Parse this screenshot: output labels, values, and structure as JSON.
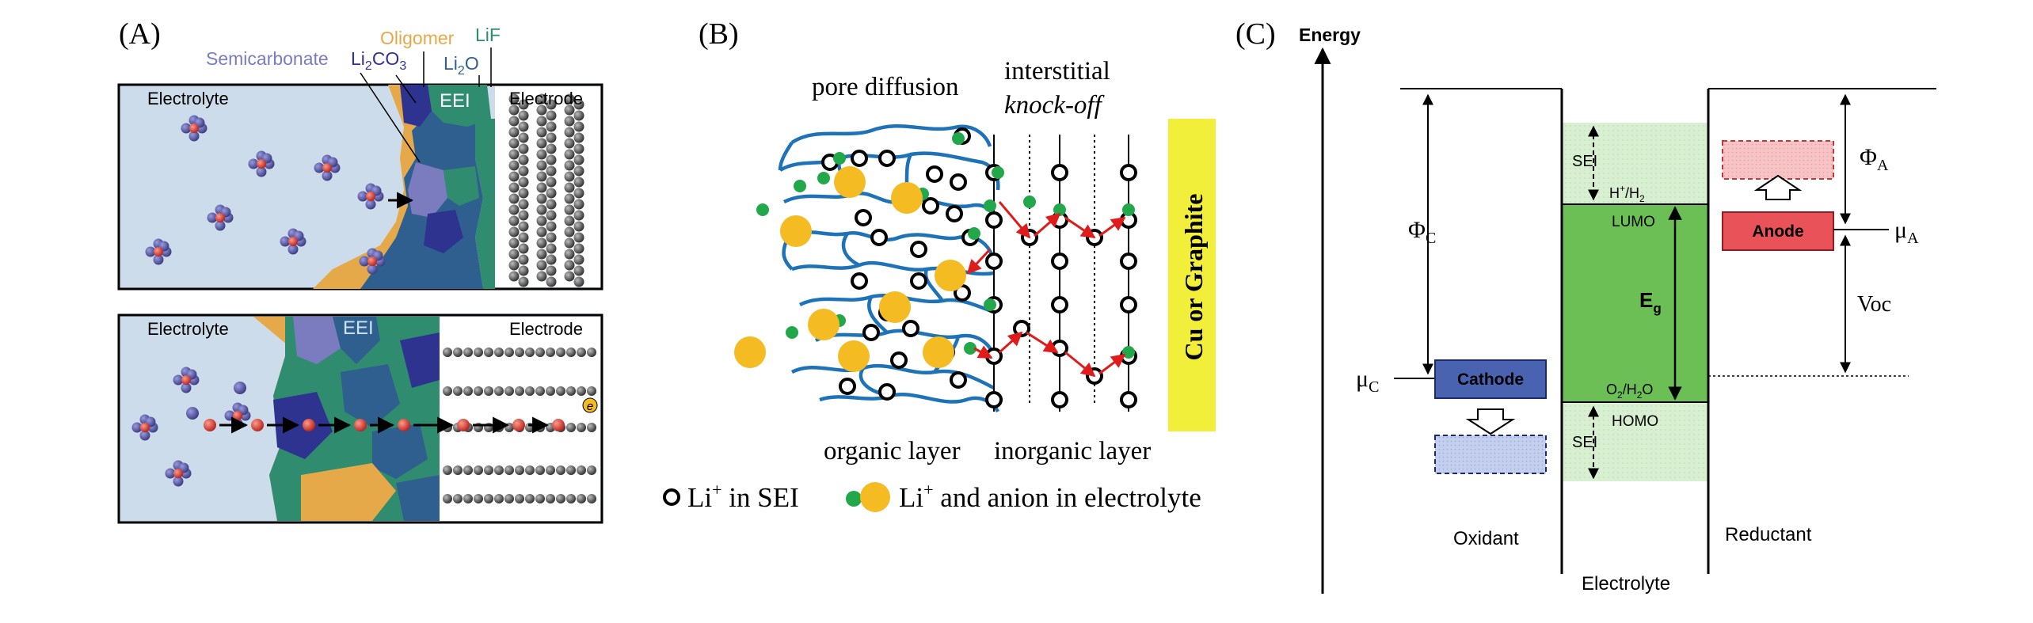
{
  "panelA": {
    "label": "(A)",
    "top": {
      "electrolyte": "Electrolyte",
      "electrode": "Electrode",
      "eei": "EEI",
      "semicarbonate": "Semicarbonate",
      "li2co3_main": "Li",
      "li2co3_sub": "2",
      "li2co3_rest": "CO",
      "li2co3_sub2": "3",
      "oligomer": "Oligomer",
      "lif": "LiF",
      "li2o_main": "Li",
      "li2o_sub": "2",
      "li2o_rest": "O"
    },
    "bottom": {
      "electrolyte": "Electrolyte",
      "eei": "EEI",
      "electrode": "Electrode",
      "electron": "e"
    }
  },
  "panelB": {
    "label": "(B)",
    "pore_diffusion": "pore diffusion",
    "interstitial": "interstitial",
    "knock_off": "knock-off",
    "collector": "Cu or Graphite",
    "organic_layer": "organic layer",
    "inorganic_layer": "inorganic layer",
    "legend_sei": "Li",
    "legend_sei_sup": "+",
    "legend_sei_rest": " in SEI",
    "legend_elyte": "Li",
    "legend_elyte_sup": "+",
    "legend_elyte_rest": " and anion in electrolyte"
  },
  "panelC": {
    "label": "(C)",
    "energy": "Energy",
    "phi_c": "Φ",
    "phi_c_sub": "C",
    "phi_a": "Φ",
    "phi_a_sub": "A",
    "mu_c": "μ",
    "mu_c_sub": "C",
    "mu_a": "μ",
    "mu_a_sub": "A",
    "voc": "Voc",
    "sei_top": "SEI",
    "sei_bottom": "SEI",
    "h_couple_pre": "H",
    "h_couple_sup": "+",
    "h_couple_mid": "/H",
    "h_couple_sub": "2",
    "lumo": "LUMO",
    "eg": "E",
    "eg_sub": "g",
    "o_couple_pre": "O",
    "o_couple_sub": "2",
    "o_couple_mid": "/H",
    "o_couple_sub2": "2",
    "o_couple_end": "O",
    "homo": "HOMO",
    "cathode": "Cathode",
    "anode": "Anode",
    "oxidant": "Oxidant",
    "reductant": "Reductant",
    "electrolyte": "Electrolyte"
  },
  "colors": {
    "electrolyte_bg": "#cddcea",
    "semicarbonate": "#7b7bc0",
    "li2co3": "#2f3390",
    "oligomer": "#e5a94a",
    "lif": "#2f8c6e",
    "li2o": "#2f5f8f",
    "network": "#1e73b8",
    "li_ion": "#22a84a",
    "anion": "#f4bb22",
    "collector": "#f2ef3a",
    "sei_band": "#d9efd2",
    "gap_band": "#6cbf55",
    "cathode": "#4a63b0",
    "anode": "#e85258",
    "anode_ghost": "#f4b9bc",
    "cathode_ghost": "#b9c6e6"
  }
}
